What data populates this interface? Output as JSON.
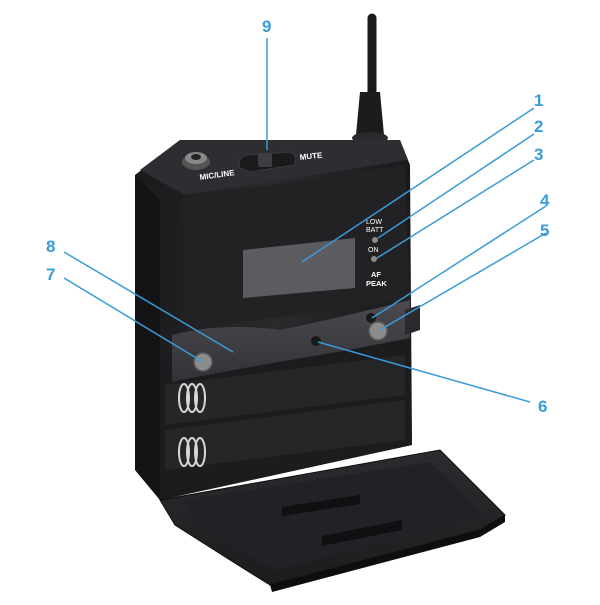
{
  "device_labels": {
    "mic_line": "MIC/LINE",
    "mute": "MUTE",
    "low_batt_1": "LOW",
    "low_batt_2": "BATT",
    "on": "ON",
    "af_peak_1": "AF",
    "af_peak_2": "PEAK"
  },
  "callouts": [
    "1",
    "2",
    "3",
    "4",
    "5",
    "6",
    "7",
    "8",
    "9"
  ],
  "colors": {
    "callout": "#3a9bd8",
    "body_dark": "#1c1c1e",
    "body_mid": "#2b2b2e",
    "panel": "#3c3c40",
    "lcd": "#5a5a5e",
    "led_grey": "#8a8a8a",
    "label_white": "#ffffff"
  }
}
